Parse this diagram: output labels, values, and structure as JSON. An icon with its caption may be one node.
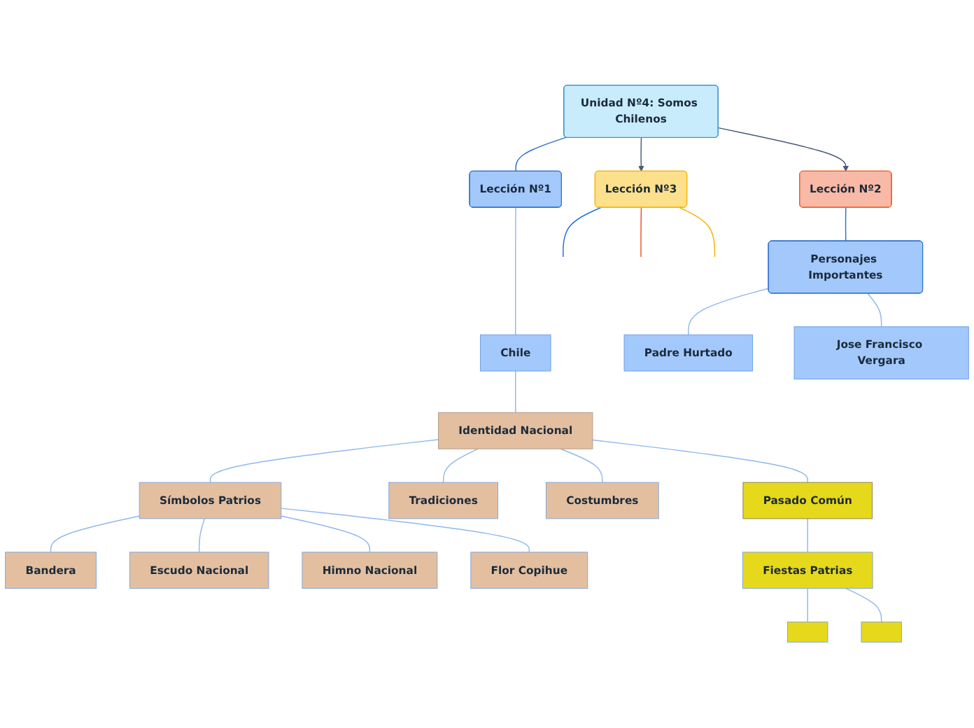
{
  "diagram": {
    "nodes": [
      {
        "text": [
          "Unidad Nº4: Somos Chilenos"
        ]
      },
      {
        "text": [
          "Lección Nº1"
        ]
      },
      {
        "text": [
          "Lección Nº2"
        ]
      },
      {
        "text": [
          "Lección Nº3"
        ]
      },
      {
        "text": [
          "Chile"
        ]
      },
      {
        "text": [
          "Personajes Importantes"
        ]
      },
      {
        "text": [
          "Padre Hurtado"
        ]
      },
      {
        "text": [
          "Jose Francisco Vergara"
        ]
      },
      {
        "text": [
          "Identidad Nacional"
        ]
      },
      {
        "text": [
          "Símbolos Patrios"
        ]
      },
      {
        "text": [
          "Tradiciones"
        ]
      },
      {
        "text": [
          "Costumbres"
        ]
      },
      {
        "text": [
          "Pasado Común"
        ]
      },
      {
        "text": [
          "Bandera"
        ]
      },
      {
        "text": [
          "Escudo Nacional"
        ]
      },
      {
        "text": [
          "Himno Nacional"
        ]
      },
      {
        "text": [
          "Flor Copihue"
        ]
      },
      {
        "text": [
          "Fiestas Patrias"
        ]
      },
      {
        "text": [],
        "shape": "box"
      },
      {
        "text": [],
        "shape": "box"
      }
    ],
    "edges": [
      {
        "from": 0,
        "to": 1,
        "arrow": "none",
        "color": "#2a6fd0"
      },
      {
        "from": 0,
        "to": 2,
        "arrow": "to",
        "color": "#4a5a7a"
      },
      {
        "from": 0,
        "to": 3,
        "arrow": "to",
        "color": "#4a5a7a"
      },
      {
        "from": 1,
        "to": 4,
        "arrow": "none"
      },
      {
        "from": 2,
        "to": 5,
        "arrow": "none",
        "color": "#2a6fd0"
      },
      {
        "from": 5,
        "to": 6,
        "arrow": "none"
      },
      {
        "from": 5,
        "to": 7,
        "arrow": "none"
      },
      {
        "from": 3,
        "to": null,
        "arrow": "none",
        "color": "#1e6fd9"
      },
      {
        "from": 3,
        "to": null,
        "arrow": "none",
        "color": "#e8502a"
      },
      {
        "from": 3,
        "to": null,
        "arrow": "none",
        "color": "#f9b000"
      },
      {
        "from": 4,
        "to": 8,
        "arrow": "none"
      },
      {
        "from": 8,
        "to": 9,
        "arrow": "none"
      },
      {
        "from": 8,
        "to": 10,
        "arrow": "none"
      },
      {
        "from": 8,
        "to": 11,
        "arrow": "none"
      },
      {
        "from": 8,
        "to": 12,
        "arrow": "none"
      },
      {
        "from": 9,
        "to": 13,
        "arrow": "none"
      },
      {
        "from": 9,
        "to": 14,
        "arrow": "none"
      },
      {
        "from": 9,
        "to": 15,
        "arrow": "none"
      },
      {
        "from": 9,
        "to": 16,
        "arrow": "none"
      },
      {
        "from": 12,
        "to": 17,
        "arrow": "none"
      },
      {
        "from": 17,
        "to": 18,
        "arrow": "none"
      },
      {
        "from": 17,
        "to": 19,
        "arrow": "none"
      }
    ]
  }
}
